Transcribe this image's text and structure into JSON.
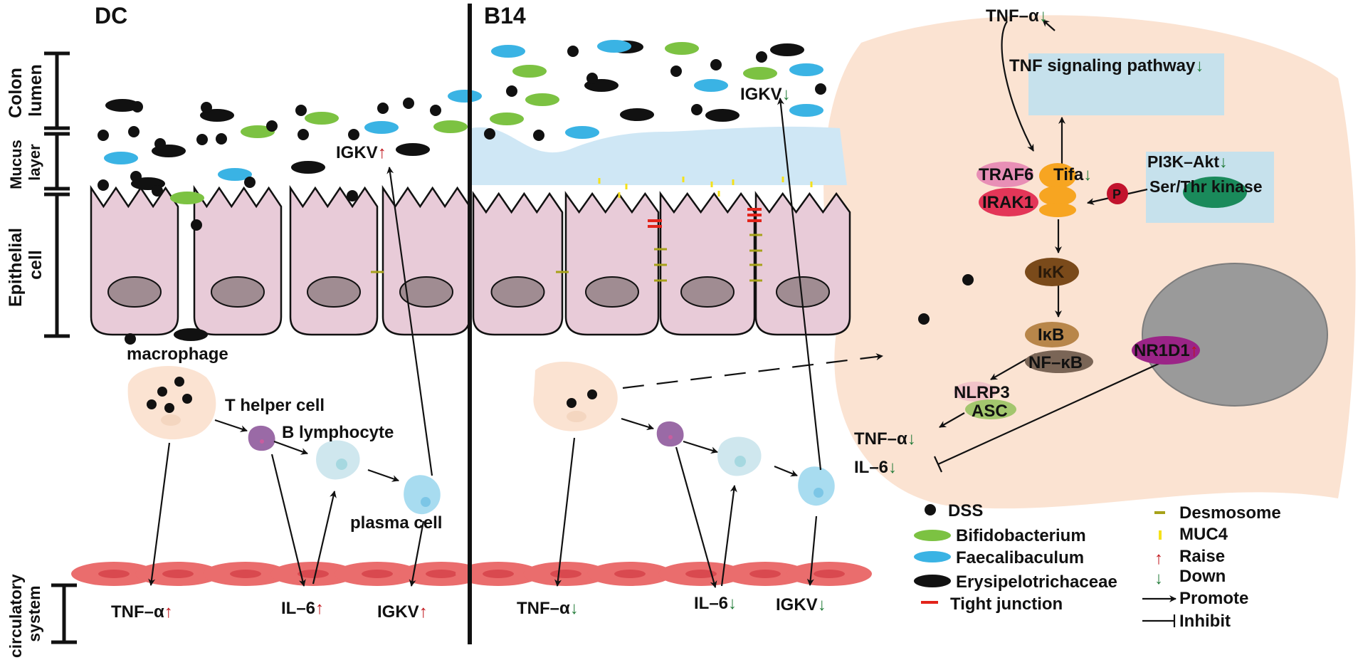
{
  "panels": {
    "dc": "DC",
    "b14": "B14"
  },
  "layers": {
    "colon_lumen": [
      "Colon",
      "lumen"
    ],
    "mucus_layer": [
      "Mucus",
      "layer"
    ],
    "epithelial_cell": [
      "Epithelial",
      "cell"
    ],
    "circulatory_system": [
      "circulatory",
      "system"
    ]
  },
  "cells": {
    "macrophage": "macrophage",
    "t_helper": "T helper cell",
    "b_lymphocyte": "B lymphocyte",
    "plasma_cell": "plasma cell"
  },
  "markers": {
    "igkv": "IGKV",
    "tnf_a": "TNF–α",
    "il6": "IL–6",
    "up_arrow": "↑",
    "down_arrow": "↓"
  },
  "pathway": {
    "tnf_top": "TNF–α",
    "tnf_signaling": "TNF signaling pathway",
    "traf6": "TRAF6",
    "tifa": "Tifa",
    "irak1": "IRAK1",
    "p": "P",
    "pi3k": "PI3K–Akt",
    "serthr": "Ser/Thr kinase",
    "ikk": "IκK",
    "ikb": "IκB",
    "nfkb": "NF–κB",
    "nlrp3": "NLRP3",
    "asc": "ASC",
    "nr1d1": "NR1D1",
    "tnf_out": "TNF–α",
    "il6_out": "IL–6"
  },
  "legend": {
    "dss": "DSS",
    "bifido": "Bifidobacterium",
    "faecali": "Faecalibaculum",
    "erysi": "Erysipelotrichaceae",
    "tight": "Tight junction",
    "desmo": "Desmosome",
    "muc4": "MUC4",
    "raise": "Raise",
    "down": "Down",
    "promote": "Promote",
    "inhibit": "Inhibit"
  },
  "colors": {
    "epithelium": "#e8cbd8",
    "nucleus": "#a08c92",
    "mucus": "#cfe7f5",
    "bifidobacterium": "#7cc242",
    "faecalibaculum": "#3ab3e4",
    "erysipelotrichaceae": "#111111",
    "blood_cell": "#ea6d6d",
    "raise": "#c0151b",
    "down": "#1f7a36",
    "cell_bg": "#fbe3d2",
    "pathway_box": "#c6e1ec"
  }
}
